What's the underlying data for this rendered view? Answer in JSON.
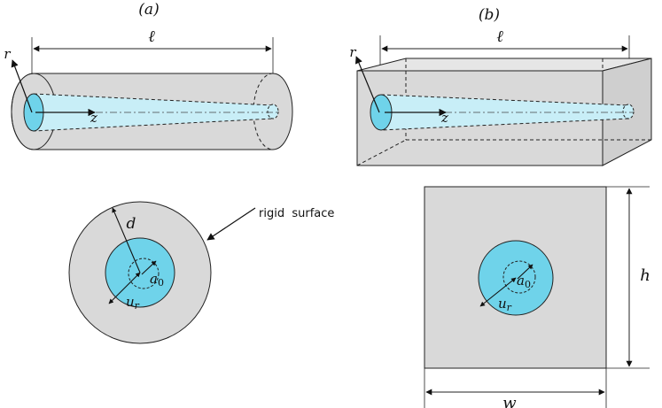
{
  "panels": {
    "a": {
      "label": "(a)",
      "length": "ℓ",
      "radial": "r",
      "axial": "z"
    },
    "b": {
      "label": "(b)",
      "length": "ℓ",
      "radial": "r",
      "axial": "z"
    }
  },
  "cross_sections": {
    "circle": {
      "outer_radius": "d",
      "inner_radius": "a0",
      "displacement": "u_r",
      "annotation": "rigid  surface"
    },
    "square": {
      "height": "h",
      "width": "w",
      "inner_radius": "a0",
      "displacement": "u_r"
    }
  },
  "colors": {
    "solid": "#d9d9d9",
    "fluid": "#6fd3ea",
    "fluid_light": "#c8eef7",
    "stroke": "#222222"
  }
}
